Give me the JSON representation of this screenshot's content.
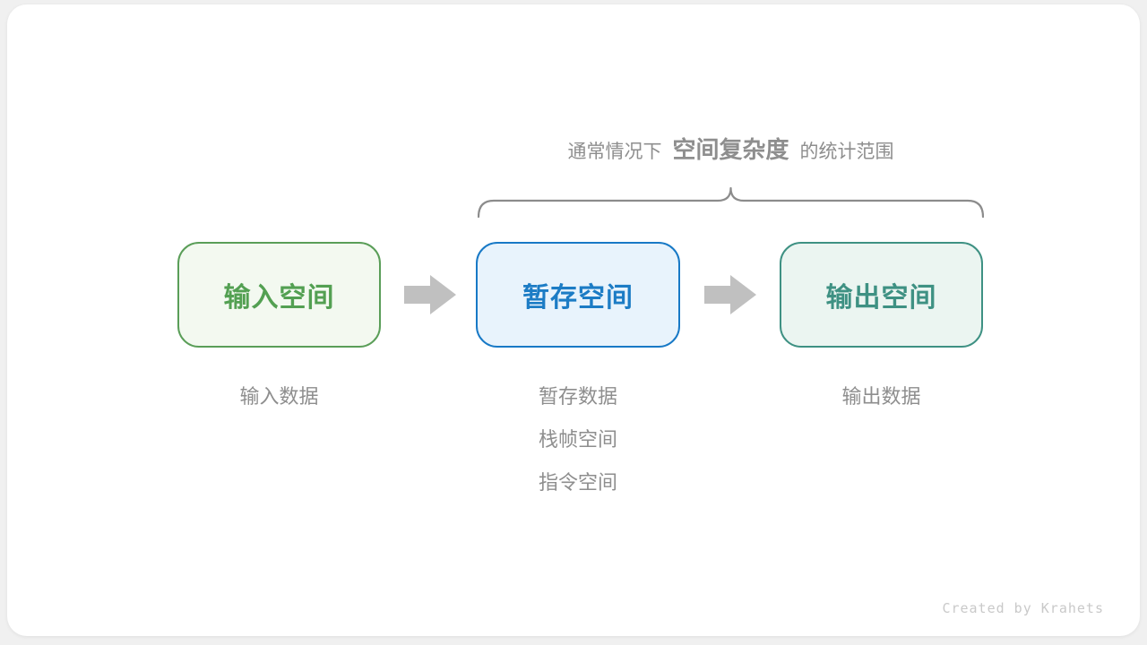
{
  "diagram": {
    "caption": {
      "prefix": "通常情况下",
      "highlight": "空间复杂度",
      "suffix": "的统计范围"
    },
    "boxes": [
      {
        "label": "输入空间",
        "theme": "green"
      },
      {
        "label": "暂存空间",
        "theme": "blue"
      },
      {
        "label": "输出空间",
        "theme": "teal"
      }
    ],
    "notes": [
      {
        "lines": [
          "输入数据"
        ]
      },
      {
        "lines": [
          "暂存数据",
          "栈帧空间",
          "指令空间"
        ]
      },
      {
        "lines": [
          "输出数据"
        ]
      }
    ],
    "credit": "Created by Krahets"
  },
  "icons": [
    "brace-icon",
    "arrow-right-icon",
    "arrow-right-icon"
  ],
  "colors": {
    "page_bg": "#f0f0f0",
    "card_bg": "#ffffff",
    "text_muted": "#8e8e8e",
    "brace": "#8c8c8c",
    "arrow": "#c0c0c0",
    "green_border": "#5a9e58",
    "green_bg": "#f3f9f0",
    "green_text": "#53a052",
    "blue_border": "#1879c6",
    "blue_bg": "#e8f3fc",
    "blue_text": "#1c7cc5",
    "teal_border": "#3e9183",
    "teal_bg": "#ebf5f1",
    "teal_text": "#3e9183",
    "credit": "#c9c9c9"
  }
}
